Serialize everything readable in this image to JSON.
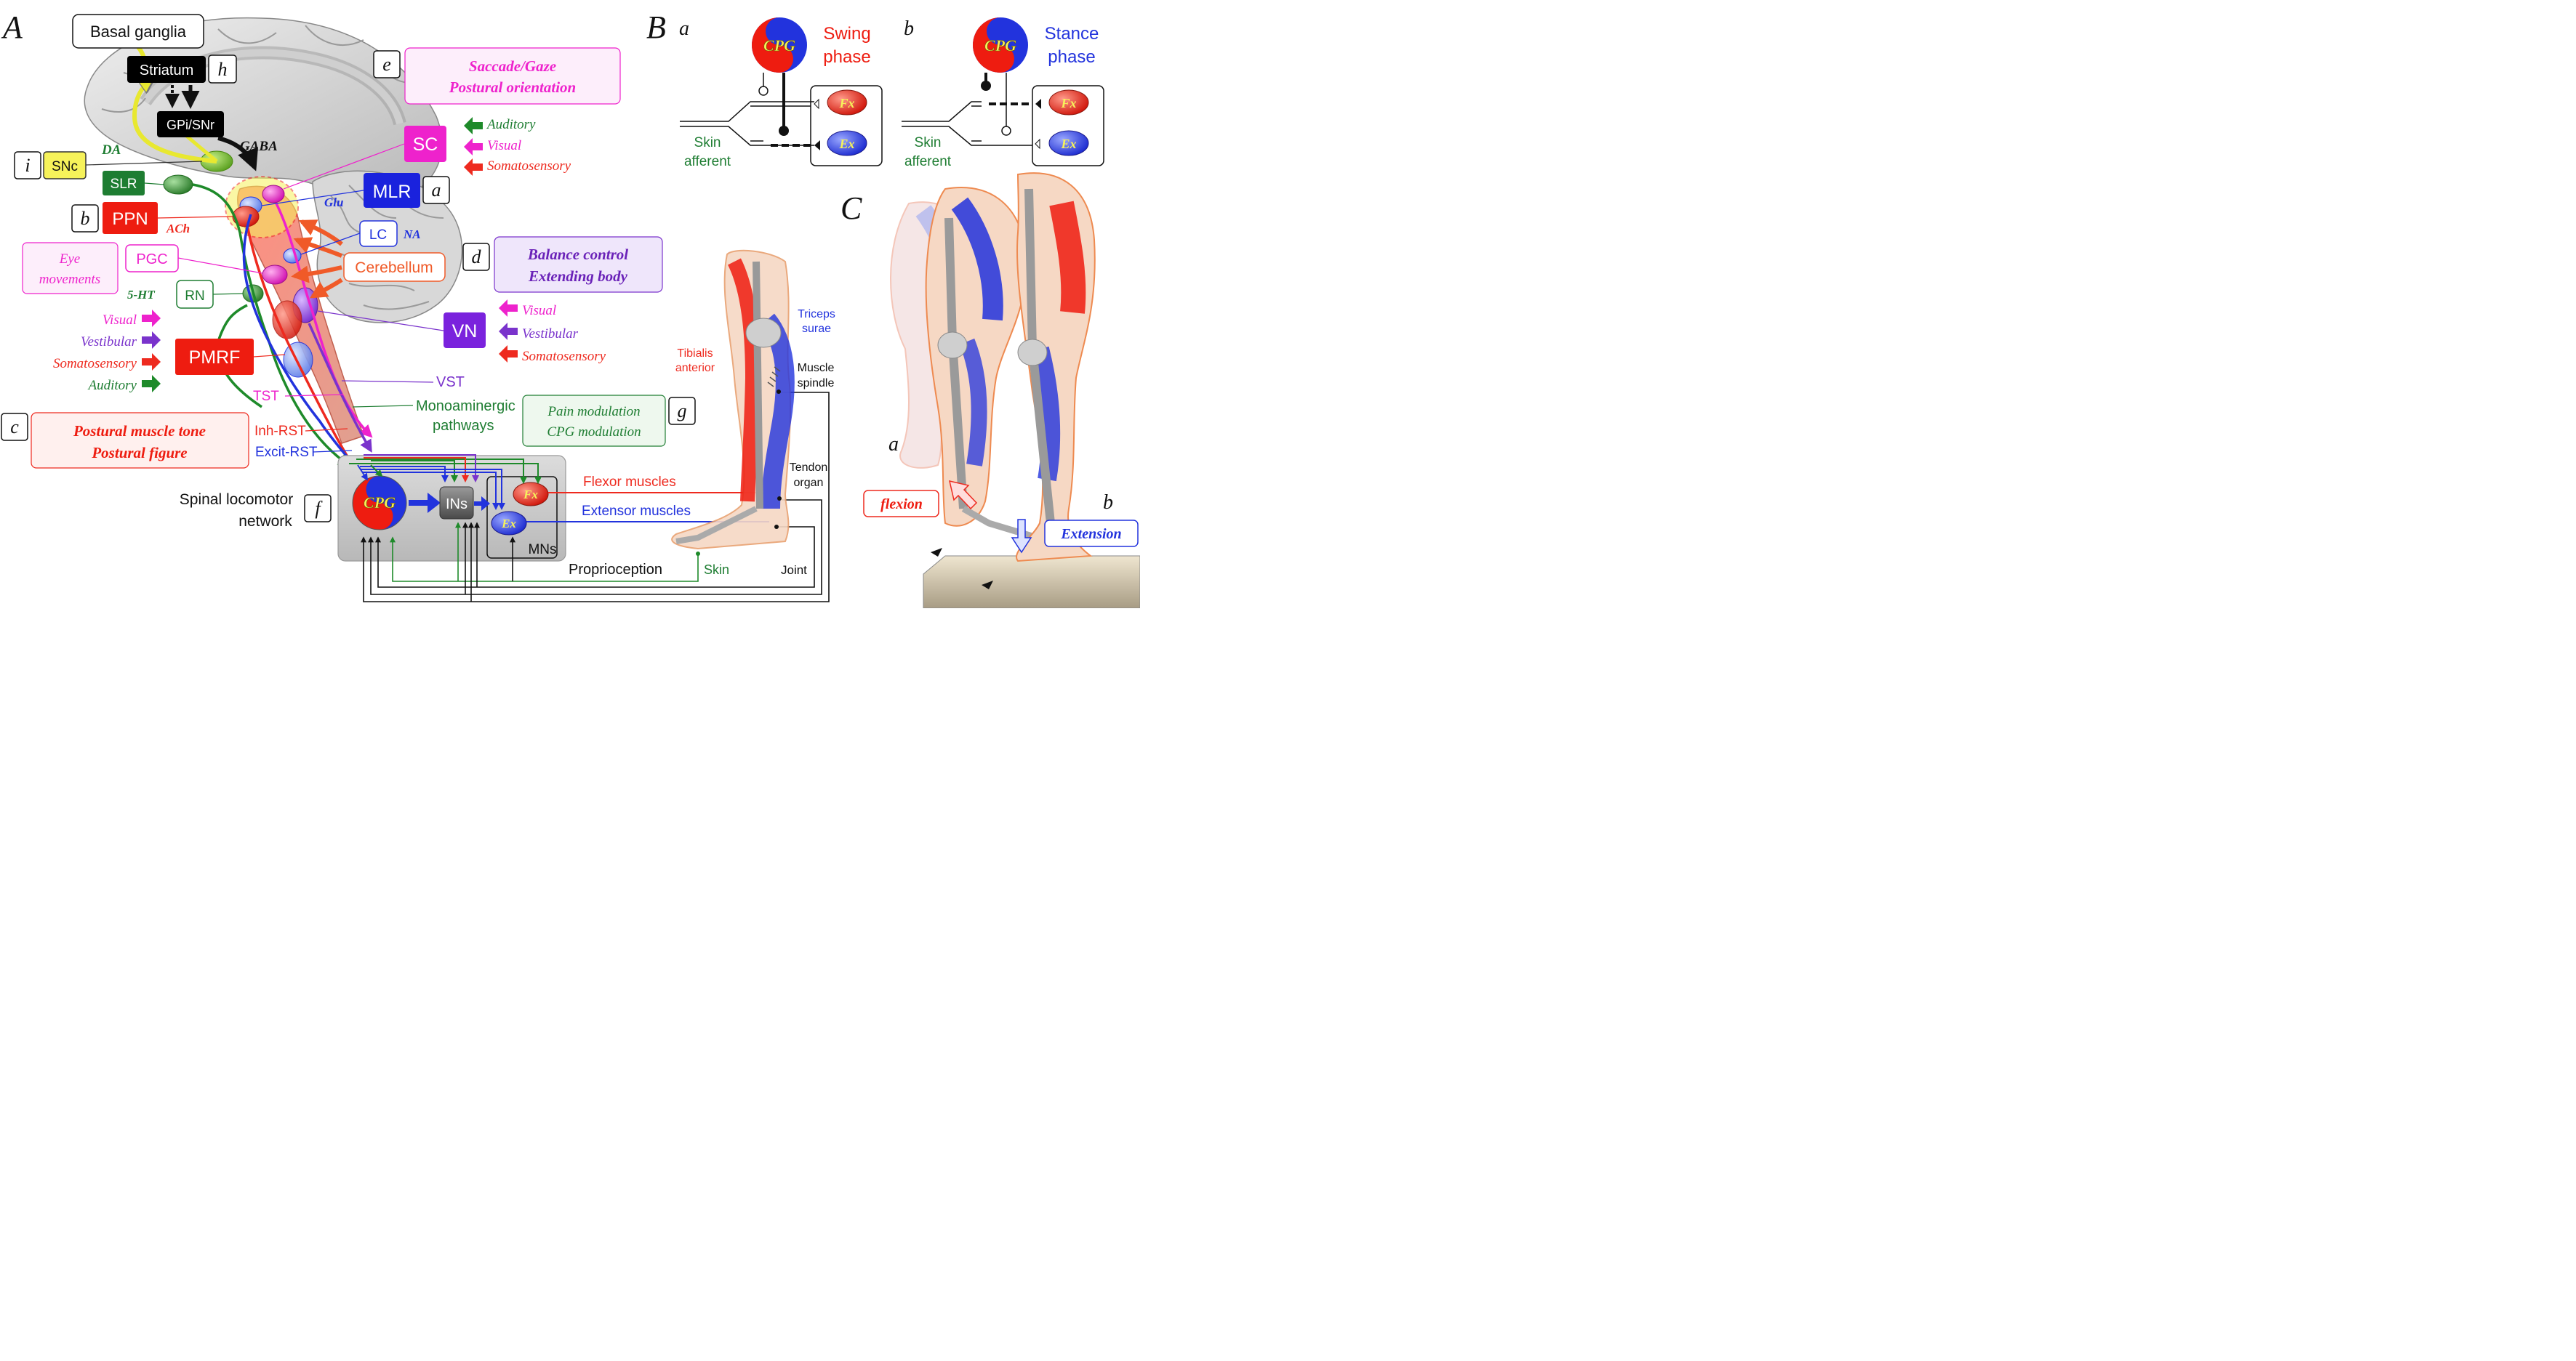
{
  "panelA": {
    "letter": "A",
    "basal_ganglia": "Basal ganglia",
    "striatum": "Striatum",
    "gpi_snr": "GPi/SNr",
    "gaba": "GABA",
    "da": "DA",
    "snc": "SNc",
    "slr": "SLR",
    "ppn": "PPN",
    "ach": "ACh",
    "mlr": "MLR",
    "glu": "Glu",
    "lc": "LC",
    "na": "NA",
    "cerebellum": "Cerebellum",
    "pgc": "PGC",
    "eye_movements": [
      "Eye",
      "movements"
    ],
    "rn": "RN",
    "five_ht": "5-HT",
    "sc": "SC",
    "vn": "VN",
    "pmrf": "PMRF",
    "tst": "TST",
    "vst": "VST",
    "monoaminergic": [
      "Monoaminergic",
      "pathways"
    ],
    "inh_rst": "Inh-RST",
    "excit_rst": "Excit-RST",
    "spinal_network": [
      "Spinal locomotor",
      "network"
    ],
    "cpg": "CPG",
    "ins": "INs",
    "fx": "Fx",
    "ex": "Ex",
    "mns": "MNs",
    "flexor_muscles": "Flexor muscles",
    "extensor_muscles": "Extensor muscles",
    "proprioception": "Proprioception",
    "skin": "Skin",
    "joint": "Joint",
    "tendon_organ": [
      "Tendon",
      "organ"
    ],
    "muscle_spindle": [
      "Muscle",
      "spindle"
    ],
    "triceps_surae": [
      "Triceps",
      "surae"
    ],
    "tibialis_anterior": [
      "Tibialis",
      "anterior"
    ],
    "sc_inputs": [
      "Auditory",
      "Visual",
      "Somatosensory"
    ],
    "vn_inputs": [
      "Visual",
      "Vestibular",
      "Somatosensory"
    ],
    "pmrf_inputs": [
      "Visual",
      "Vestibular",
      "Somatosensory",
      "Auditory"
    ],
    "box_e": {
      "letter": "e",
      "lines": [
        "Saccade/Gaze",
        "Postural orientation"
      ]
    },
    "box_d": {
      "letter": "d",
      "lines": [
        "Balance control",
        "Extending body"
      ]
    },
    "box_c": {
      "letter": "c",
      "lines": [
        "Postural muscle tone",
        "Postural figure"
      ]
    },
    "box_g": {
      "letter": "g",
      "lines": [
        "Pain modulation",
        "CPG modulation"
      ]
    },
    "tag_a": "a",
    "tag_b": "b",
    "tag_f": "f",
    "tag_h": "h",
    "tag_i": "i"
  },
  "panelB": {
    "letter": "B",
    "a": {
      "sub": "a",
      "phase": [
        "Swing",
        "phase"
      ],
      "afferent": [
        "Skin",
        "afferent"
      ]
    },
    "b": {
      "sub": "b",
      "phase": [
        "Stance",
        "phase"
      ],
      "afferent": [
        "Skin",
        "afferent"
      ]
    },
    "cpg": "CPG",
    "fx": "Fx",
    "ex": "Ex"
  },
  "panelC": {
    "letter": "C",
    "sub_a": "a",
    "sub_b": "b",
    "flexion": "flexion",
    "extension": "Extension"
  },
  "colors": {
    "red": "#ee2a1f",
    "blue": "#2233dd",
    "green": "#1e7d32",
    "magenta": "#ee22cc",
    "purple": "#7a33cc",
    "orange": "#f05a28",
    "yellow": "#f6f25a"
  }
}
